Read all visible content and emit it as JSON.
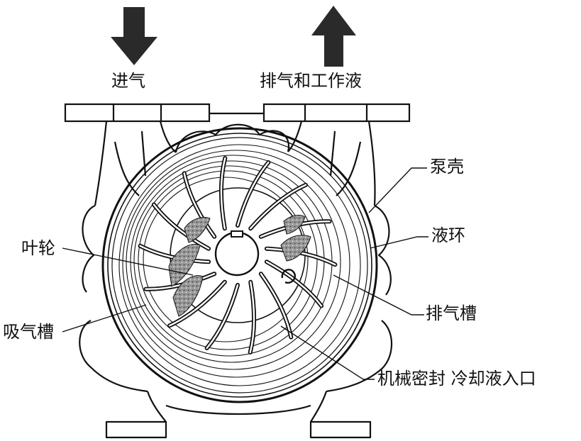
{
  "labels": {
    "inlet": "进气",
    "outlet": "排气和工作液",
    "casing": "泵壳",
    "liquid_ring": "液环",
    "impeller": "叶轮",
    "discharge_port": "排气槽",
    "suction_port": "吸气槽",
    "seal_coolant": "机械密封 冷却液入口"
  },
  "colors": {
    "line": "#111111",
    "arrow": "#2a2a2a",
    "liquid": "#8a8a8a",
    "background": "#ffffff"
  },
  "impeller": {
    "blade_count": 14
  }
}
